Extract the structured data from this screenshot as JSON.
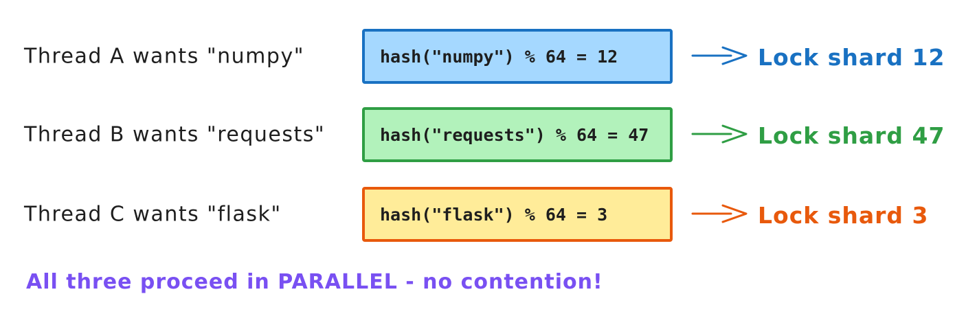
{
  "rows": [
    {
      "label": "Thread A wants \"numpy\"",
      "box_text": "hash(\"numpy\") % 64 = 12",
      "result": "Lock shard 12",
      "stroke": "#1971c2",
      "fill": "#a5d8ff"
    },
    {
      "label": "Thread B wants \"requests\"",
      "box_text": "hash(\"requests\") % 64 = 47",
      "result": "Lock shard 47",
      "stroke": "#2f9e44",
      "fill": "#b2f2bb"
    },
    {
      "label": "Thread C wants \"flask\"",
      "box_text": "hash(\"flask\") % 64 = 3",
      "result": "Lock shard 3",
      "stroke": "#e8590c",
      "fill": "#ffec99"
    }
  ],
  "footer": {
    "text": "All three proceed in PARALLEL - no contention!",
    "color": "#7950f2"
  },
  "colors": {
    "background": "#ffffff",
    "text": "#1e1e1e"
  }
}
